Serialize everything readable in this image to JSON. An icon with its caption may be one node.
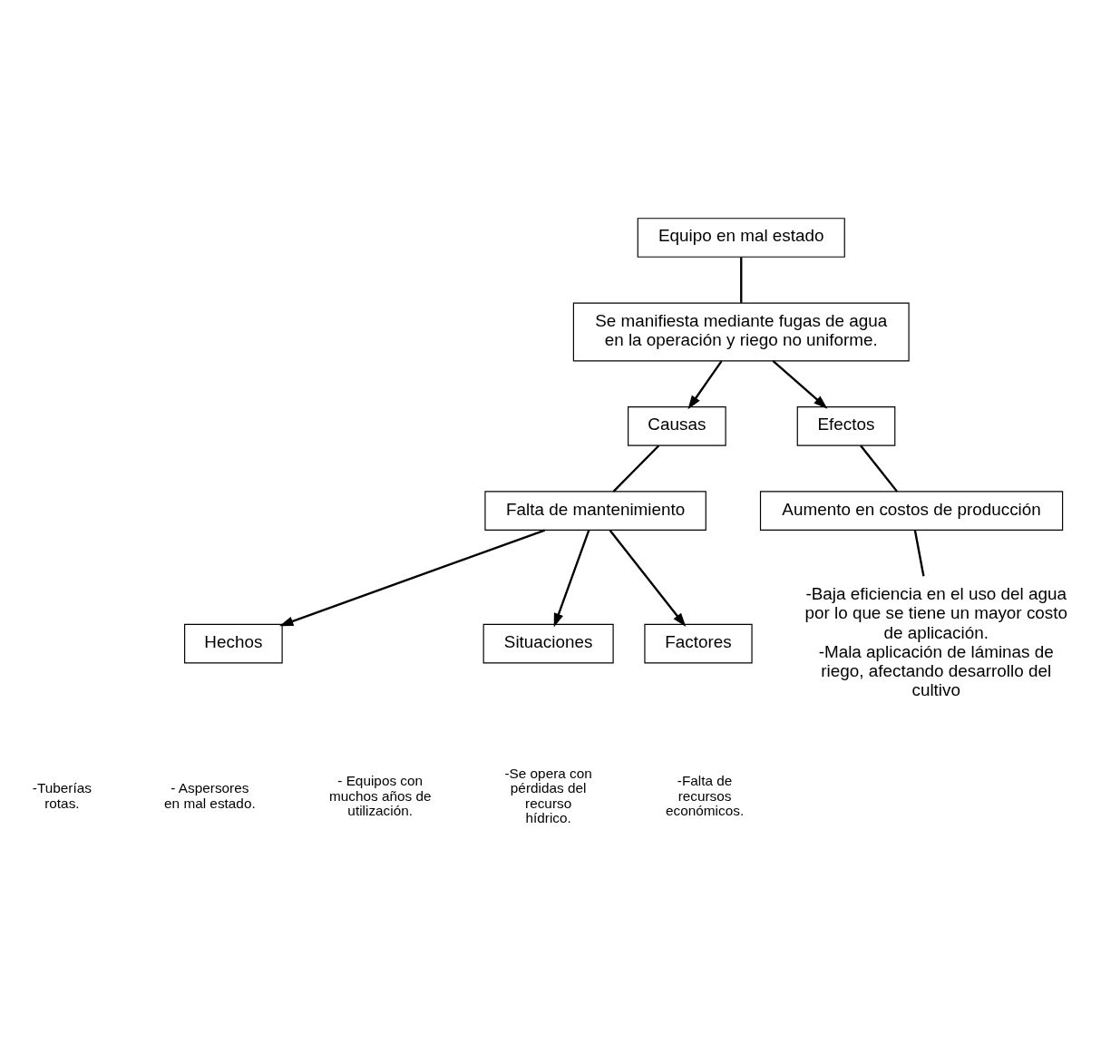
{
  "diagram": {
    "nodes": [
      {
        "text": [
          "Equipo en mal estado"
        ]
      },
      {
        "text": [
          "Se manifiesta mediante fugas de agua en la operación y riego no uniforme."
        ]
      },
      {
        "text": [
          "Causas"
        ]
      },
      {
        "text": [
          "Efectos"
        ]
      },
      {
        "text": [
          "Falta de mantenimiento"
        ]
      },
      {
        "text": [
          "Aumento en costos de producción"
        ]
      },
      {
        "text": [
          "Hechos"
        ]
      },
      {
        "text": [
          "Situaciones"
        ]
      },
      {
        "text": [
          "Factores"
        ]
      },
      {
        "text": [
          "-Baja eficiencia en el uso del agua por lo que se tiene un mayor costo de aplicación.",
          "-Mala aplicación de láminas de riego, afectando desarrollo del cultivo"
        ]
      }
    ],
    "edges": [
      {
        "from": 0,
        "to": 1,
        "arrow": "none"
      },
      {
        "from": 1,
        "to": 2,
        "arrow": "to"
      },
      {
        "from": 1,
        "to": 3,
        "arrow": "to"
      },
      {
        "from": 2,
        "to": 4,
        "arrow": "none"
      },
      {
        "from": 3,
        "to": 5,
        "arrow": "none"
      },
      {
        "from": 4,
        "to": 6,
        "arrow": "to"
      },
      {
        "from": 4,
        "to": 7,
        "arrow": "to"
      },
      {
        "from": 4,
        "to": 8,
        "arrow": "to"
      },
      {
        "from": 5,
        "to": 9,
        "arrow": "none"
      }
    ],
    "labels": [
      "-Tuberías rotas.",
      "- Aspersores en mal estado.",
      "- Equipos con muchos años de utilización.",
      "-Se opera con pérdidas del recurso hídrico.",
      "-Falta de recursos económicos."
    ]
  }
}
